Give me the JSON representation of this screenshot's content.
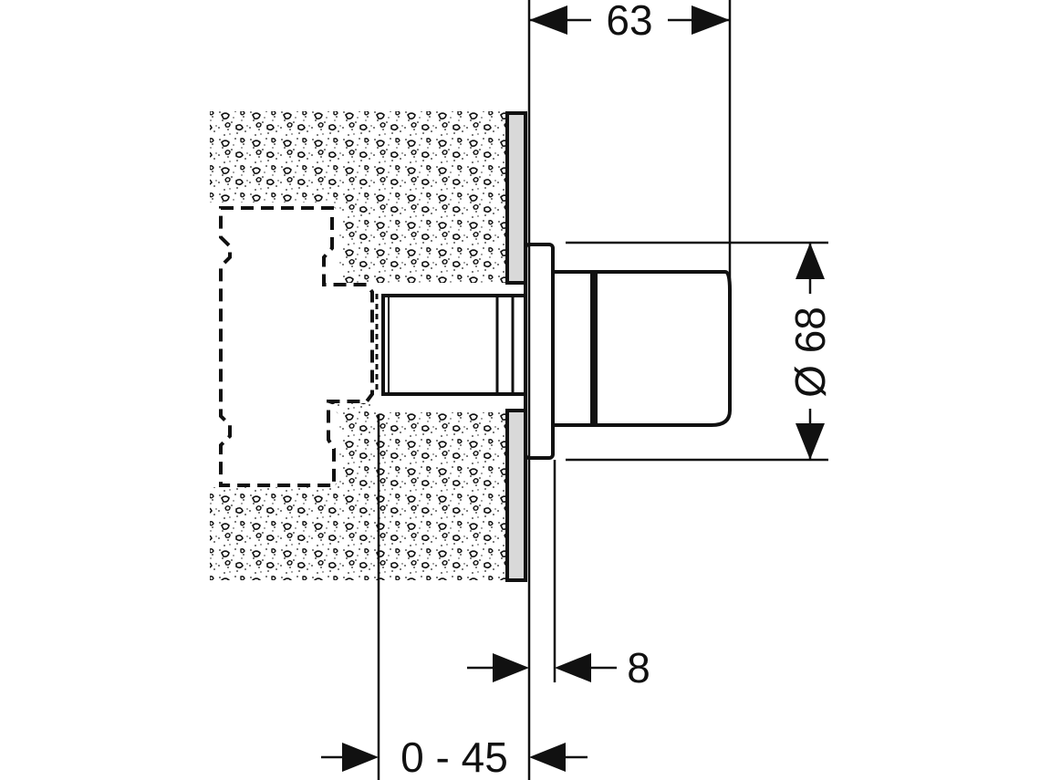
{
  "dimensions": {
    "depth": "63",
    "diameter": "Ø 68",
    "rosette": "8",
    "adjustment": "0 - 45"
  },
  "colors": {
    "line": "#111111",
    "background": "#ffffff",
    "plate": "#d9d9d9"
  }
}
